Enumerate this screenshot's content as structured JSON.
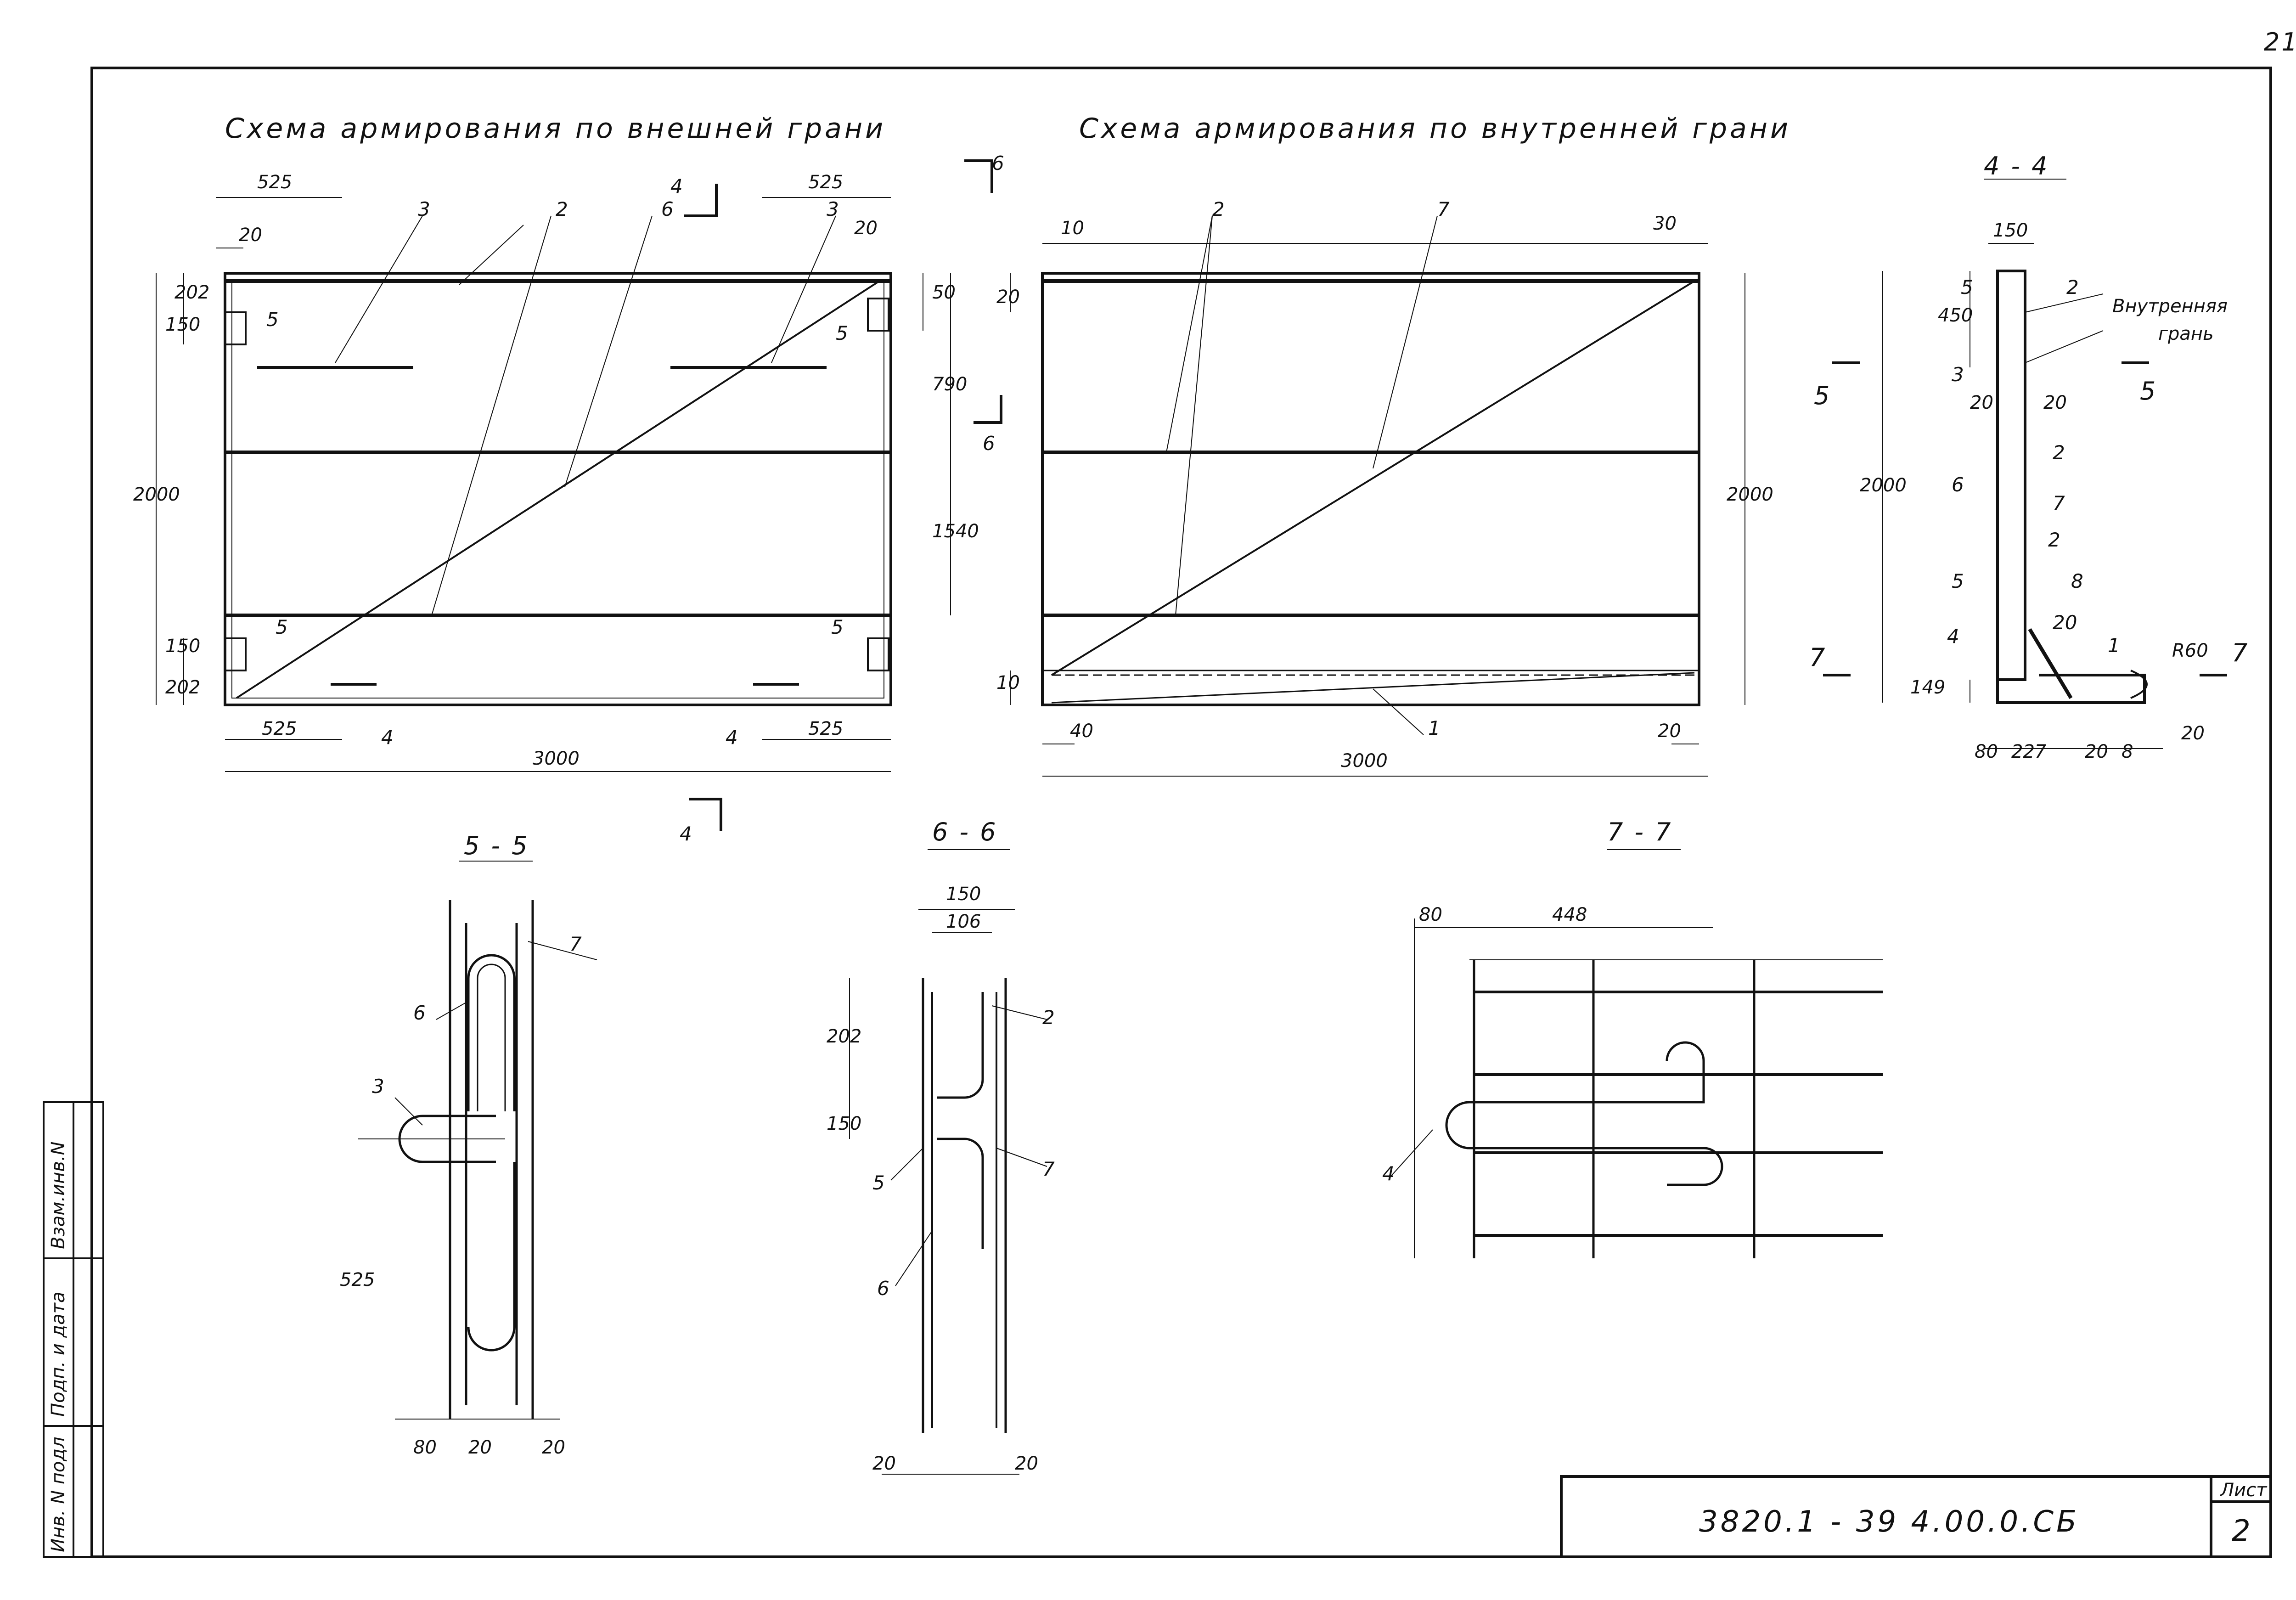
{
  "page": {
    "number": "21"
  },
  "views": {
    "outer": {
      "title": "Схема армирования по внешней грани",
      "dims": {
        "top_left": "525",
        "top_right": "525",
        "left_20": "20",
        "right_20": "20",
        "d202": "202",
        "d150": "150",
        "d2000": "2000",
        "d202b": "202",
        "d150b": "150",
        "r50": "50",
        "r790": "790",
        "r1540": "1540",
        "bottom_left": "525",
        "bottom_right": "525",
        "bottom_3000": "3000"
      },
      "labels": {
        "l2": "2",
        "l3a": "3",
        "l3b": "3",
        "l6": "6",
        "l5a": "5",
        "l5b": "5",
        "l5c": "5",
        "l5d": "5",
        "l4a": "4",
        "l4b": "4"
      },
      "cuts": {
        "c4_top": "4",
        "c4_bottom": "4",
        "c6_top": "6",
        "c6_bottom": "6"
      }
    },
    "inner": {
      "title": "Схема армирования по внутренней грани",
      "dims": {
        "d10_top": "10",
        "d30": "30",
        "d20_left": "20",
        "d2000": "2000",
        "d10_bottom": "10",
        "d40": "40",
        "d20_bottom": "20",
        "d3000": "3000"
      },
      "labels": {
        "l2": "2",
        "l7": "7",
        "l1": "1"
      }
    },
    "sec44": {
      "title": "4 - 4",
      "dims": {
        "d150": "150",
        "d450": "450",
        "d20a": "20",
        "d20b": "20",
        "d2000": "2000",
        "d149": "149",
        "d80": "80",
        "d227": "227",
        "d20c": "20",
        "d8": "8",
        "d20d": "20",
        "r60": "R60"
      },
      "labels": {
        "l5a": "5",
        "l2a": "2",
        "l3": "3",
        "l2b": "2",
        "l6": "6",
        "l7": "7",
        "l2c": "2",
        "l5b": "5",
        "l8": "8",
        "l4": "4",
        "l20": "20",
        "l1": "1"
      },
      "face_label_1": "Внутренняя",
      "face_label_2": "грань",
      "cuts": {
        "c5l": "5",
        "c5r": "5",
        "c7l": "7",
        "c7r": "7"
      }
    },
    "sec55": {
      "title": "5 - 5",
      "dims": {
        "d525": "525",
        "d80": "80",
        "d20a": "20",
        "d20b": "20"
      },
      "labels": {
        "l7": "7",
        "l6": "6",
        "l3": "3"
      }
    },
    "sec66": {
      "title": "6 - 6",
      "dims": {
        "d150": "150",
        "d106": "106",
        "d202": "202",
        "d150b": "150",
        "d20a": "20",
        "d20b": "20"
      },
      "labels": {
        "l2": "2",
        "l5": "5",
        "l7": "7",
        "l6": "6"
      }
    },
    "sec77": {
      "title": "7 - 7",
      "dims": {
        "d80": "80",
        "d448": "448"
      },
      "labels": {
        "l4": "4"
      }
    }
  },
  "stamp": {
    "col1": "Взам.инв.N",
    "col2": "Подп. и дата",
    "col3": "Инв. N подл"
  },
  "title_block": {
    "code": "3820.1 - 39    4.00.0.СБ",
    "sheet_label": "Лист",
    "sheet_number": "2"
  }
}
